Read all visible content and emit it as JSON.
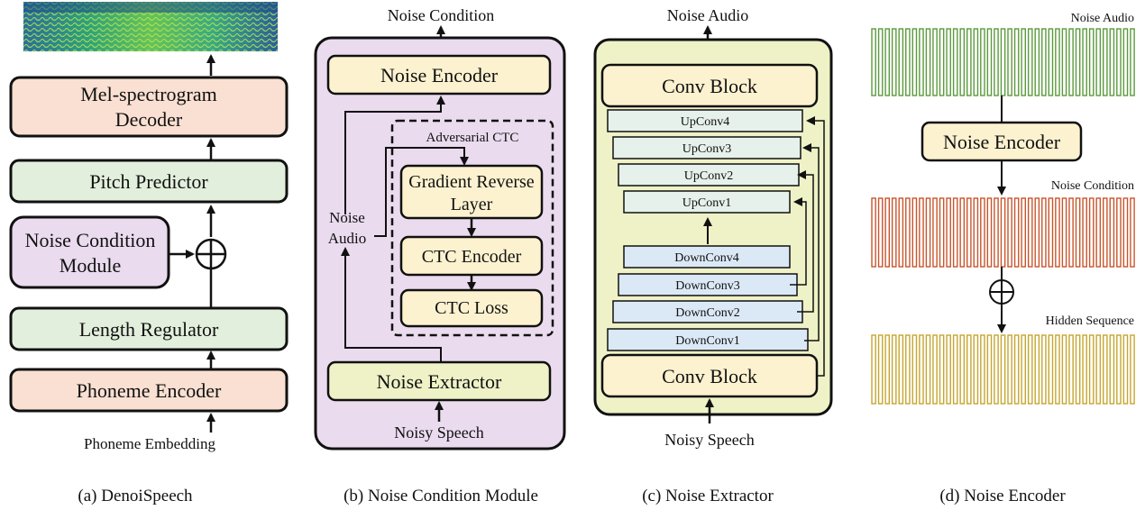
{
  "colors": {
    "pink": "#f9e0d2",
    "green": "#e2efdc",
    "purple": "#eadbee",
    "yellow": "#fdf2d0",
    "olive": "#eef2c6",
    "blue": "#dbe8f6",
    "teal": "#e6f1eb",
    "bar_green": "#5b9a3c",
    "bar_orange": "#c8552c",
    "bar_yellow": "#c6a62f"
  },
  "panel_a": {
    "spectrogram_icon": "mel-spectrogram-image",
    "mel_decoder": "Mel-spectrogram Decoder",
    "mel_decoder_line1": "Mel-spectrogram",
    "mel_decoder_line2": "Decoder",
    "pitch_predictor": "Pitch Predictor",
    "ncm_line1": "Noise Condition",
    "ncm_line2": "Module",
    "length_regulator": "Length Regulator",
    "phoneme_encoder": "Phoneme Encoder",
    "input_label": "Phoneme Embedding",
    "caption": "(a) DenoiSpeech"
  },
  "panel_b": {
    "output_label": "Noise Condition",
    "noise_encoder": "Noise Encoder",
    "adversarial_label": "Adversarial CTC",
    "grl_line1": "Gradient Reverse",
    "grl_line2": "Layer",
    "ctc_encoder": "CTC Encoder",
    "ctc_loss": "CTC Loss",
    "noise_audio_line1": "Noise",
    "noise_audio_line2": "Audio",
    "noise_extractor": "Noise Extractor",
    "input_label": "Noisy Speech",
    "caption": "(b) Noise Condition Module"
  },
  "panel_c": {
    "output_label": "Noise Audio",
    "conv_block_top": "Conv Block",
    "upconvs": [
      "UpConv4",
      "UpConv3",
      "UpConv2",
      "UpConv1"
    ],
    "downconvs": [
      "DownConv4",
      "DownConv3",
      "DownConv2",
      "DownConv1"
    ],
    "conv_block_bottom": "Conv Block",
    "input_label": "Noisy Speech",
    "caption": "(c) Noise Extractor"
  },
  "panel_d": {
    "noise_audio_label": "Noise Audio",
    "noise_encoder": "Noise Encoder",
    "noise_condition_label": "Noise Condition",
    "hidden_sequence_label": "Hidden Sequence",
    "caption": "(d) Noise Encoder"
  }
}
